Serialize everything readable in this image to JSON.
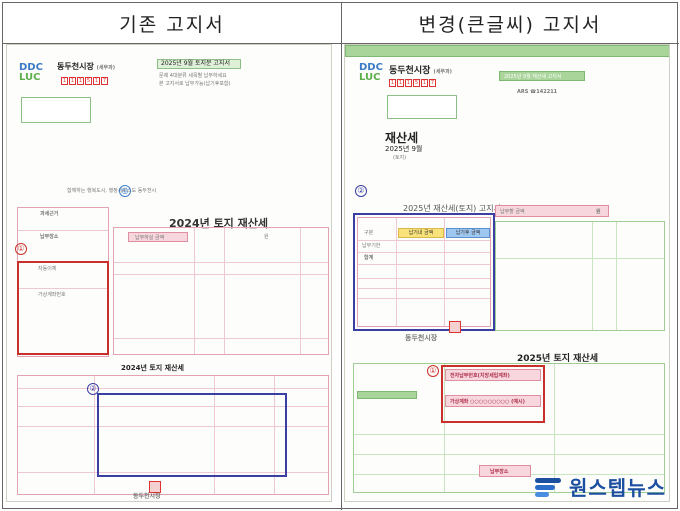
{
  "headers": {
    "left": "기존 고지서",
    "right": "변경(큰글씨) 고지서"
  },
  "left_doc": {
    "city": "동두천시장",
    "city_sub": "(세무과)",
    "digits": [
      "1",
      "1",
      "1",
      "5",
      "1",
      "7"
    ],
    "banner": "2025년 9월 토지분 고지서",
    "banner_note_1": "문제 4대분류 세목별 납부하세요",
    "banner_note_2": "본 고지서로 납부가능(납기후포함)",
    "slogan": "함께하는 행복도시, 행정서비스도 동두천시",
    "tax_title": "2024년 토지 재산세",
    "tax_title_2": "2024년 토지 재산세",
    "amount_label": "납부하실 금액",
    "amount_unit": "원",
    "section_labels": [
      "과세근거",
      "납부장소",
      "자동이체",
      "가상계좌번호"
    ],
    "seal": "동두천시장"
  },
  "right_doc": {
    "city": "동두천시장",
    "city_sub": "(세무과)",
    "digits": [
      "1",
      "1",
      "1",
      "5",
      "1",
      "7"
    ],
    "banner": "2025년 9월 재산세 고지서",
    "ars": "ARS ☎142211",
    "big_title": "재산세",
    "big_sub_1": "2025년 9월",
    "big_sub_2": "(토지)",
    "form_title": "2025년 재산세(토지) 고지서",
    "table_head": [
      "구분",
      "납기내 금액",
      "납기후 금액"
    ],
    "table_rows": [
      "납부기한",
      "합계"
    ],
    "pay_label": "납부할 금액",
    "pay_unit": "원",
    "seal": "동두천시장",
    "tax_title": "2025년 토지 재산세",
    "virtual_label": "전자납부번호(지방세입계좌)",
    "virtual_acct": "가상계좌 ○○○○○○○○○ (예시)",
    "notice": "납부장소"
  },
  "markers": {
    "left_red": "①",
    "left_blue": "②",
    "right_blue": "②",
    "right_red": "①"
  },
  "watermark": "원스텝뉴스",
  "colors": {
    "red_box": "#c9302c",
    "blue_box": "#3b3fa3",
    "green_form": "#a9d59b",
    "pink_form": "#f7d6dd",
    "watermark": "#1d4fa0"
  }
}
